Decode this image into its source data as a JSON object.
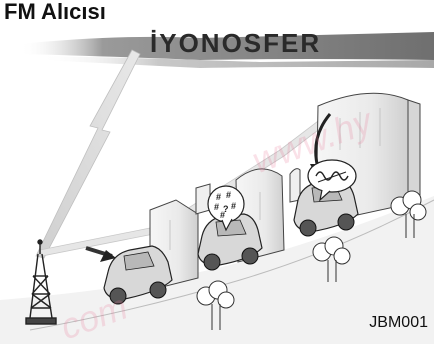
{
  "title": "FM Alıcısı",
  "ionosphere_label": "İYONOSFER",
  "figure_code": "JBM001",
  "watermark": "www.hy",
  "watermark_bottom": "com",
  "icons": {
    "tower": "radio-tower-icon",
    "noise_bubble": "static-noise-bubble-icon",
    "wave_bubble": "distorted-wave-bubble-icon"
  },
  "colors": {
    "line": "#222222",
    "ionosphere_band": "#7a7a7a",
    "ground": "#f2f2f2",
    "building": "#eeeeee",
    "car": "#d8d8d8"
  }
}
